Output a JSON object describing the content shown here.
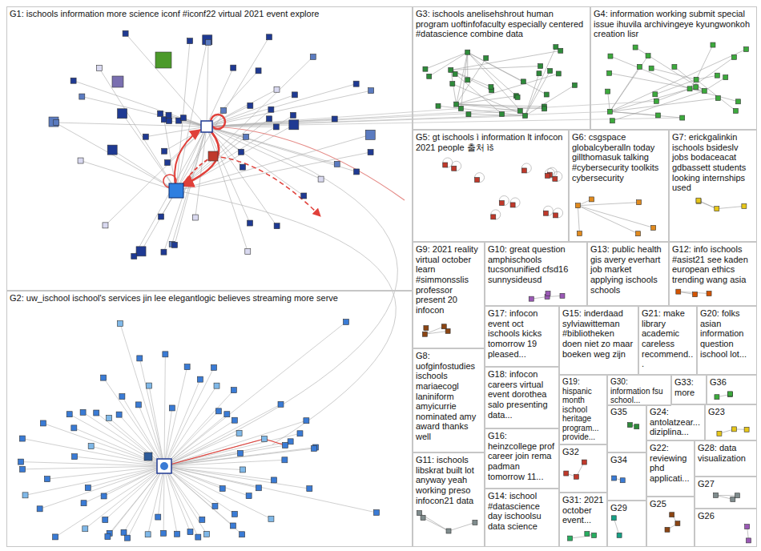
{
  "diagram": {
    "nodes": [
      {
        "text": [
          "G1: ischools information more science iconf #iconf22 virtual 2021 event explore"
        ]
      },
      {
        "text": [
          "G2: uw_ischool ischool's services jin lee elegantlogic believes streaming more serve"
        ]
      },
      {
        "text": [
          "G3: ischools anelisehshrout human program uoftinfofaculty especially centered #datascience combine data"
        ]
      },
      {
        "text": [
          "G4: information working submit special issue ihuvila archivingeye kyungwonkoh creation lisr"
        ]
      },
      {
        "text": [
          "G5: gt ischools ì information lt infocon 2021 people 출처 ìš"
        ]
      },
      {
        "text": [
          "G6: csgspace globalcyberalln today gillthomasuk talking #cybersecurity toolkits cybersecurity"
        ]
      },
      {
        "text": [
          "G7: erickgalinkin ischools bsideslv jobs bodaceacat gdbassett students looking internships used"
        ]
      },
      {
        "text": [
          "G8: uofginfostudies ischools mariaecogl laniniform amyicurrie nominated amy award thanks well"
        ]
      },
      {
        "text": [
          "G9: 2021 reality virtual october learn #simmonsslis professor present 20 infocon"
        ]
      },
      {
        "text": [
          "G10: great question amphischools tucsonunified cfsd16 sunnysideusd"
        ]
      },
      {
        "text": [
          "G11: ischools libskrat built lot anyway yeah working preso infocon21 data"
        ]
      },
      {
        "text": [
          "G12: info ischools #asist21 see kaden european ethics trending wang asia"
        ]
      },
      {
        "text": [
          "G13: public health gis avery everhart job market applying ischools schools"
        ]
      },
      {
        "text": [
          "G14: ischool #datascience day ischoolsu data science"
        ]
      },
      {
        "text": [
          "G15: inderdaad sylviawitteman #bibliotheken doen niet zo maar boeken weg zijn"
        ]
      },
      {
        "text": [
          "G16: heinzcollege prof career join rema padman tomorrow 11..."
        ]
      },
      {
        "text": [
          "G17: infocon event oct ischools kicks tomorrow 19 pleased..."
        ]
      },
      {
        "text": [
          "G18: infocon careers virtual event dorothea salo presenting data..."
        ]
      },
      {
        "text": [
          "G19: hispanic month ischool heritage program... provide..."
        ]
      },
      {
        "text": [
          "G20: folks asian information question ischool lot..."
        ]
      },
      {
        "text": [
          "G21: make library academic careless recommend..."
        ]
      },
      {
        "text": [
          "G22: reviewing phd applicati..."
        ]
      },
      {
        "text": [
          "G23"
        ]
      },
      {
        "text": [
          "G24: antolatzear... diziplina..."
        ]
      },
      {
        "text": [
          "G25"
        ]
      },
      {
        "text": [
          "G26"
        ]
      },
      {
        "text": [
          "G27"
        ]
      },
      {
        "text": [
          "G28: data visualization"
        ]
      },
      {
        "text": [
          "G29"
        ]
      },
      {
        "text": [
          "G30: information fsu school..."
        ]
      },
      {
        "text": [
          "G31: 2021 october event..."
        ]
      },
      {
        "text": [
          "G32"
        ]
      },
      {
        "text": [
          "G33: more"
        ]
      },
      {
        "text": [
          "G34"
        ]
      },
      {
        "text": [
          "G35"
        ]
      },
      {
        "text": [
          "G36"
        ]
      }
    ]
  }
}
